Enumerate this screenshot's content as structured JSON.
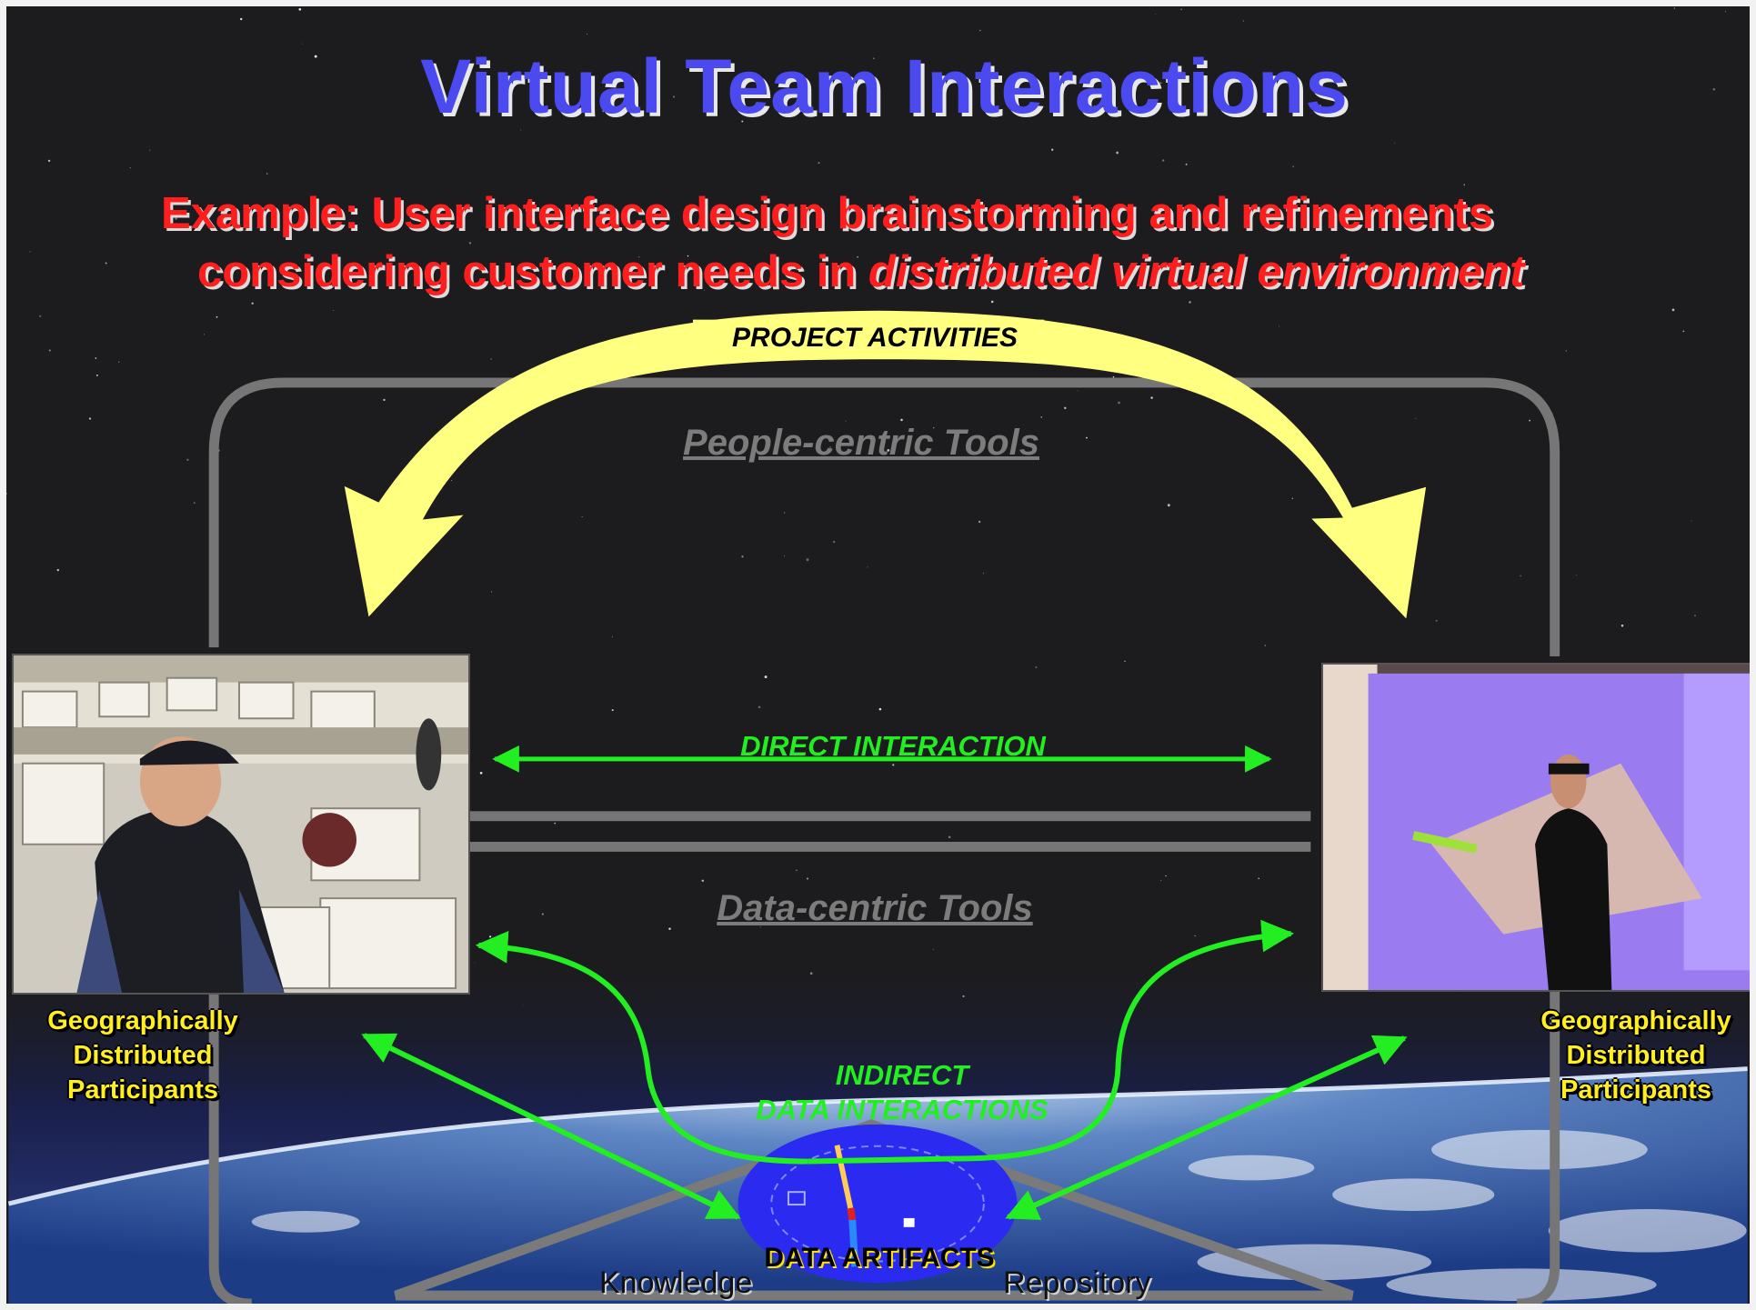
{
  "title": "Virtual Team Interactions",
  "example": {
    "line1": "Example: User interface design brainstorming and refinements",
    "line2_prefix": "considering customer needs in ",
    "line2_emphasis": "distributed virtual environment"
  },
  "labels": {
    "project_activities": "PROJECT ACTIVITIES",
    "people_centric_tools": "People-centric Tools",
    "data_centric_tools": "Data-centric Tools",
    "direct_interaction": "DIRECT INTERACTION",
    "indirect_line1": "INDIRECT",
    "indirect_line2": "DATA INTERACTIONS",
    "data_artifacts": "DATA ARTIFACTS",
    "knowledge": "Knowledge",
    "repository": "Repository"
  },
  "participants_left": [
    "Geographically",
    "Distributed",
    "Participants"
  ],
  "participants_right": [
    "Geographically",
    "Distributed",
    "Participants"
  ],
  "colors": {
    "title": "#4a4af0",
    "example": "#ff1e1e",
    "project_arrow": "#ffff80",
    "interaction_arrows": "#22ee22",
    "tools_frame": "#767676",
    "participants": "#ffee22",
    "repository_disc": "#2a2af0"
  }
}
